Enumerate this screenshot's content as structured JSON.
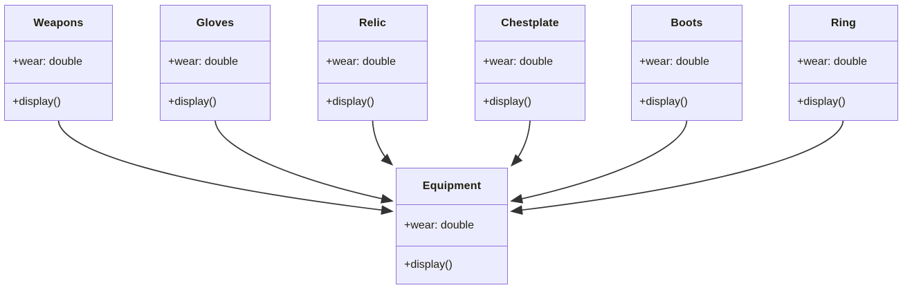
{
  "diagram": {
    "type": "uml-class-diagram",
    "classes": [
      {
        "id": "weapons",
        "name": "Weapons",
        "attributes": [
          "+wear: double"
        ],
        "methods": [
          "+display()"
        ]
      },
      {
        "id": "gloves",
        "name": "Gloves",
        "attributes": [
          "+wear: double"
        ],
        "methods": [
          "+display()"
        ]
      },
      {
        "id": "relic",
        "name": "Relic",
        "attributes": [
          "+wear: double"
        ],
        "methods": [
          "+display()"
        ]
      },
      {
        "id": "chestplate",
        "name": "Chestplate",
        "attributes": [
          "+wear: double"
        ],
        "methods": [
          "+display()"
        ]
      },
      {
        "id": "boots",
        "name": "Boots",
        "attributes": [
          "+wear: double"
        ],
        "methods": [
          "+display()"
        ]
      },
      {
        "id": "ring",
        "name": "Ring",
        "attributes": [
          "+wear: double"
        ],
        "methods": [
          "+display()"
        ]
      },
      {
        "id": "equipment",
        "name": "Equipment",
        "attributes": [
          "+wear: double"
        ],
        "methods": [
          "+display()"
        ]
      }
    ],
    "relationships": [
      {
        "from": "Weapons",
        "to": "Equipment",
        "arrow": "solid-arrowhead"
      },
      {
        "from": "Gloves",
        "to": "Equipment",
        "arrow": "solid-arrowhead"
      },
      {
        "from": "Relic",
        "to": "Equipment",
        "arrow": "solid-arrowhead"
      },
      {
        "from": "Chestplate",
        "to": "Equipment",
        "arrow": "solid-arrowhead"
      },
      {
        "from": "Boots",
        "to": "Equipment",
        "arrow": "solid-arrowhead"
      },
      {
        "from": "Ring",
        "to": "Equipment",
        "arrow": "solid-arrowhead"
      }
    ],
    "colors": {
      "node_fill": "#ECECFF",
      "node_border": "#9370DB",
      "edge": "#333333",
      "text": "#1f1f10",
      "background": "#FFFFFF"
    }
  }
}
